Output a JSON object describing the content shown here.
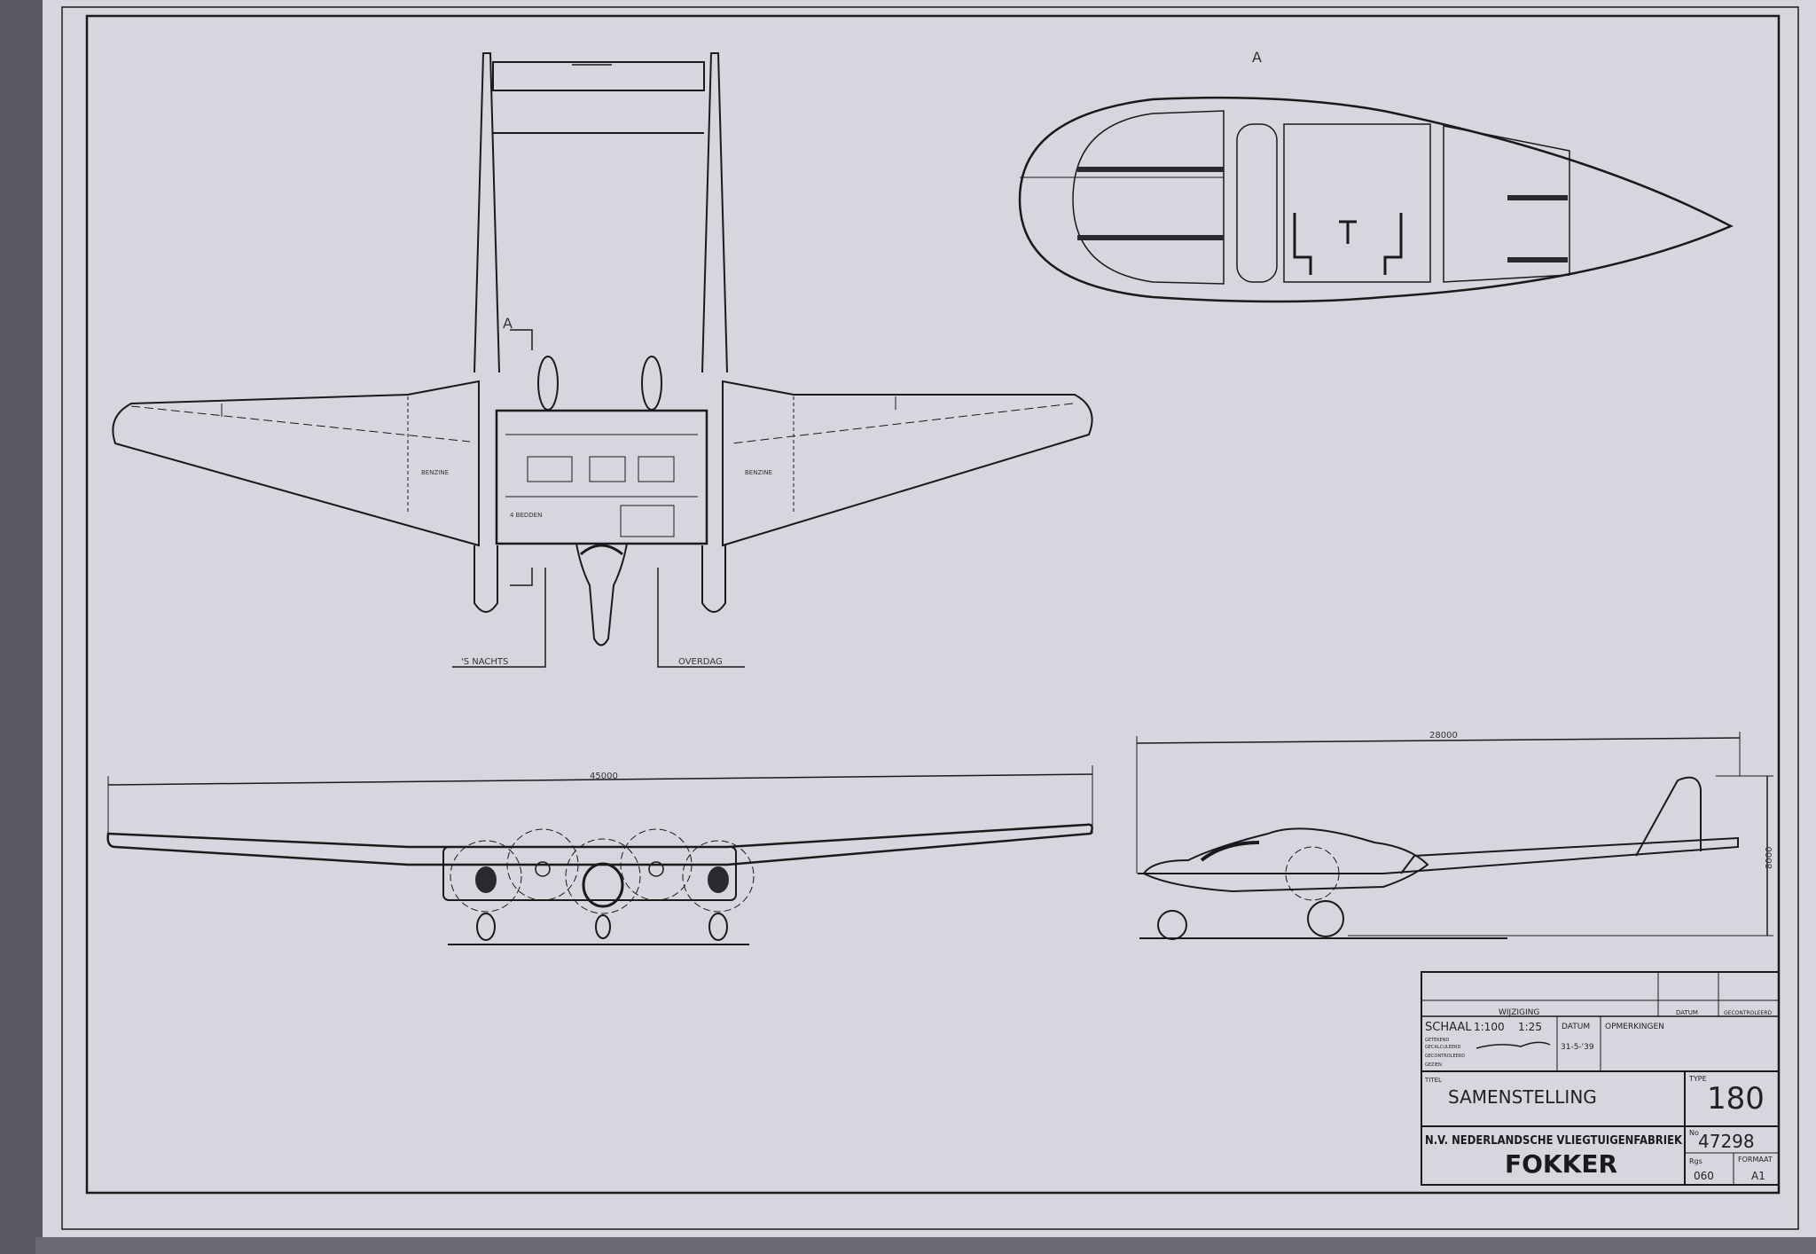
{
  "section_marker_top": "A",
  "section_marker_plan": "A",
  "callouts": {
    "left": "'S NACHTS",
    "right": "OVERDAG"
  },
  "plan_labels": {
    "wing_left": "BENZINE",
    "wing_right": "BENZINE",
    "cabin": "4 BEDDEN"
  },
  "dimensions": {
    "span": "45000",
    "length": "28000",
    "height": "8000"
  },
  "title_block": {
    "revisions_header": "WIJZIGING",
    "datum_header": "DATUM",
    "gecontroleerd_header": "GECONTROLEERD",
    "schaal_label": "SCHAAL",
    "schaal_value_1": "1:100",
    "schaal_value_2": "1:25",
    "datum_label": "DATUM",
    "opmerkingen_label": "OPMERKINGEN",
    "getekend_label": "GETEKEND",
    "gecalculeerd_label": "GECALCULEERD",
    "gecontroleerd_label": "GECONTROLEERD",
    "gezien_label": "GEZIEN",
    "date": "31-5-'39",
    "titel_label": "TITEL",
    "title": "SAMENSTELLING",
    "type_label": "TYPE",
    "type_value": "180",
    "company": "N.V. NEDERLANDSCHE VLIEGTUIGENFABRIEK",
    "brand": "FOKKER",
    "no_label": "No",
    "drawing_number": "47298",
    "reg_label": "Rgs",
    "reg_value": "060",
    "formaat_label": "FORMAAT",
    "formaat_value": "A1"
  },
  "colors": {
    "paper": "#d8d5de",
    "ink": "#1a1a1a",
    "border_dark": "#4a4a52",
    "section_fill": "#9a9aa2"
  }
}
